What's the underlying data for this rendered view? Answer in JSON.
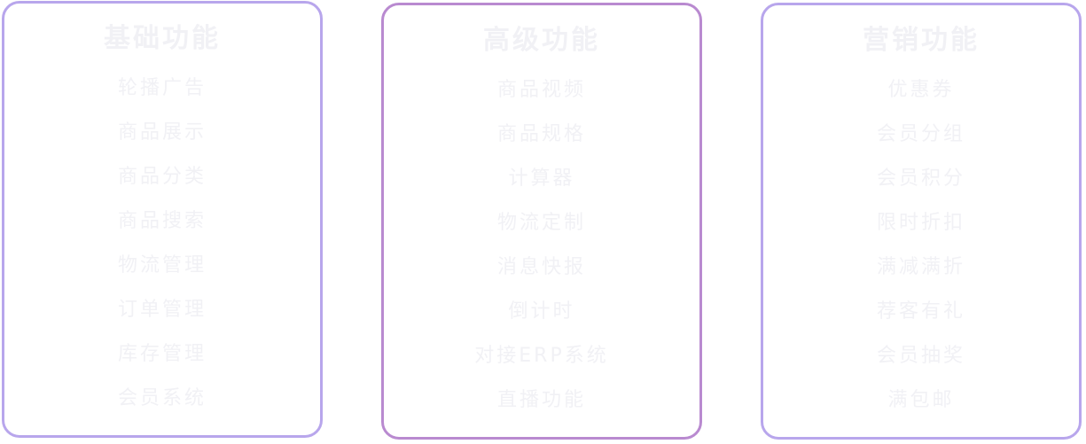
{
  "cards": [
    {
      "title": "基础功能",
      "items": [
        "轮播广告",
        "商品展示",
        "商品分类",
        "商品搜索",
        "物流管理",
        "订单管理",
        "库存管理",
        "会员系统"
      ]
    },
    {
      "title": "高级功能",
      "items": [
        "商品视频",
        "商品规格",
        "计算器",
        "物流定制",
        "消息快报",
        "倒计时",
        "对接ERP系统",
        "直播功能"
      ]
    },
    {
      "title": "营销功能",
      "items": [
        "优惠券",
        "会员分组",
        "会员积分",
        "限时折扣",
        "满减满折",
        "荐客有礼",
        "会员抽奖",
        "满包邮"
      ]
    }
  ],
  "colors": {
    "card_border": "#b8a6ec",
    "card_border_advanced": "#b98ad0",
    "text": "#f1f1f5"
  }
}
